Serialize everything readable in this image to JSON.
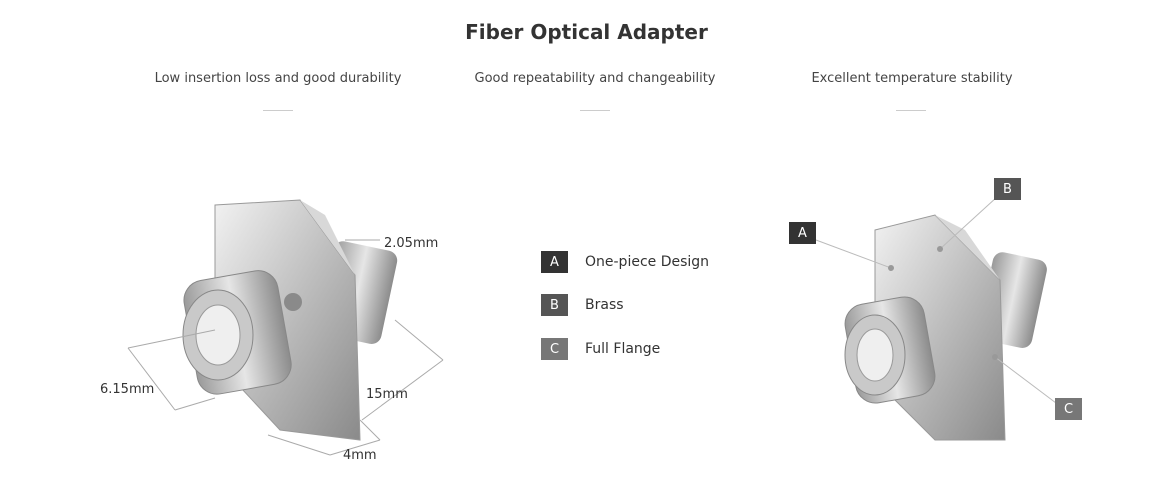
{
  "title": "Fiber Optical Adapter",
  "features": [
    "Low insertion loss and good durability",
    "Good repeatability and changeability",
    "Excellent temperature stability"
  ],
  "dimensions": {
    "d1": "2.05mm",
    "d2": "6.15mm",
    "d3": "15mm",
    "d4": "4mm"
  },
  "legend": [
    {
      "letter": "A",
      "label": "One-piece Design",
      "color": "#333333"
    },
    {
      "letter": "B",
      "label": "Brass",
      "color": "#555555"
    },
    {
      "letter": "C",
      "label": "Full Flange",
      "color": "#777777"
    }
  ],
  "callouts": [
    "A",
    "B",
    "C"
  ]
}
